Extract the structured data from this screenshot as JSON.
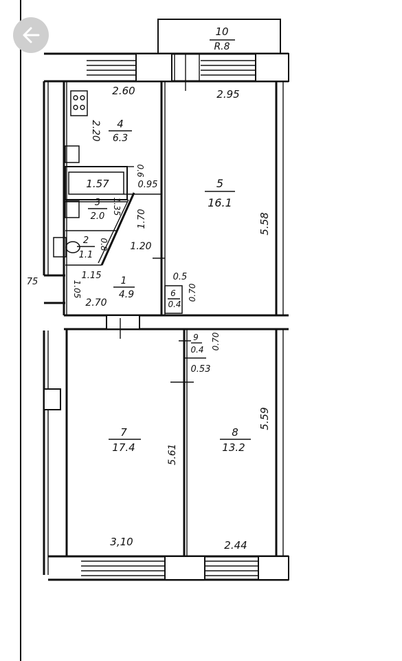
{
  "nav": {
    "back_icon": "arrow-left-icon"
  },
  "plan": {
    "balcony": {
      "number": "10",
      "area": "R.8"
    },
    "rooms": [
      {
        "id": "room-4",
        "number": "4",
        "area": "6.3"
      },
      {
        "id": "room-5",
        "number": "5",
        "area": "16.1"
      },
      {
        "id": "room-3",
        "number": "3",
        "area": "2.0"
      },
      {
        "id": "room-2",
        "number": "2",
        "area": "1.1"
      },
      {
        "id": "room-1",
        "number": "1",
        "area": "4.9"
      },
      {
        "id": "room-6",
        "number": "6",
        "area": "0.4"
      },
      {
        "id": "room-9",
        "number": "9",
        "area": "0.4"
      },
      {
        "id": "room-7",
        "number": "7",
        "area": "17.4"
      },
      {
        "id": "room-8",
        "number": "8",
        "area": "13.2"
      }
    ],
    "dimensions": {
      "kitchen_width": "2.60",
      "room5_width": "2.95",
      "kitchen_depth": "2.20",
      "bath_label": "1.57",
      "d_0_6": "0.6",
      "d_0_95": "0.95",
      "d_1_70": "1.70",
      "d_1_35": "1.35",
      "d_0_8": "0.8",
      "d_1_20": "1.20",
      "room5_length": "5.58",
      "d_1_15": "1.15",
      "d_0_5": "0.5",
      "d_0_70_a": "0.70",
      "d_75": "75",
      "d_1_05": "1.05",
      "hall_width": "2.70",
      "d_0_70_b": "0.70",
      "d_0_53": "0.53",
      "room7_length": "5.61",
      "room8_length": "5.59",
      "room7_width": "3,10",
      "room8_width": "2.44"
    }
  }
}
